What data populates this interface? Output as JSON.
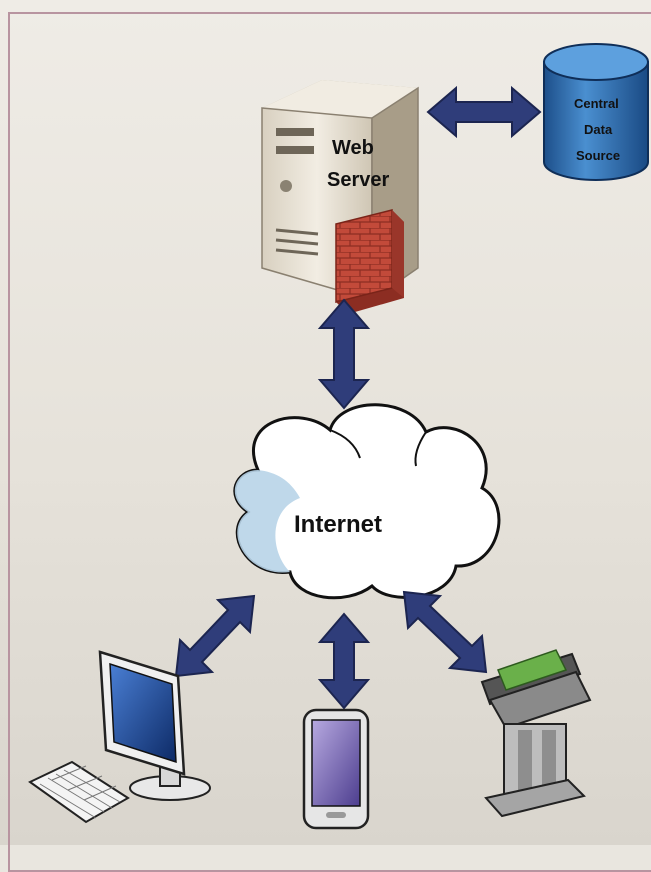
{
  "nodes": {
    "web_server": {
      "line1": "Web",
      "line2": "Server"
    },
    "data_source": {
      "line1": "Central",
      "line2": "Data",
      "line3": "Source"
    },
    "internet": {
      "label": "Internet"
    }
  },
  "devices": {
    "desktop": "desktop-computer",
    "phone": "mobile-phone",
    "kiosk": "kiosk-terminal"
  },
  "colors": {
    "arrow": "#2f3d7a",
    "cloud_fill": "#ffffff",
    "cloud_shade": "#b8d4e8",
    "database": "#2a6db0",
    "server_body": "#e7e0d2",
    "firewall": "#c24a3a"
  }
}
